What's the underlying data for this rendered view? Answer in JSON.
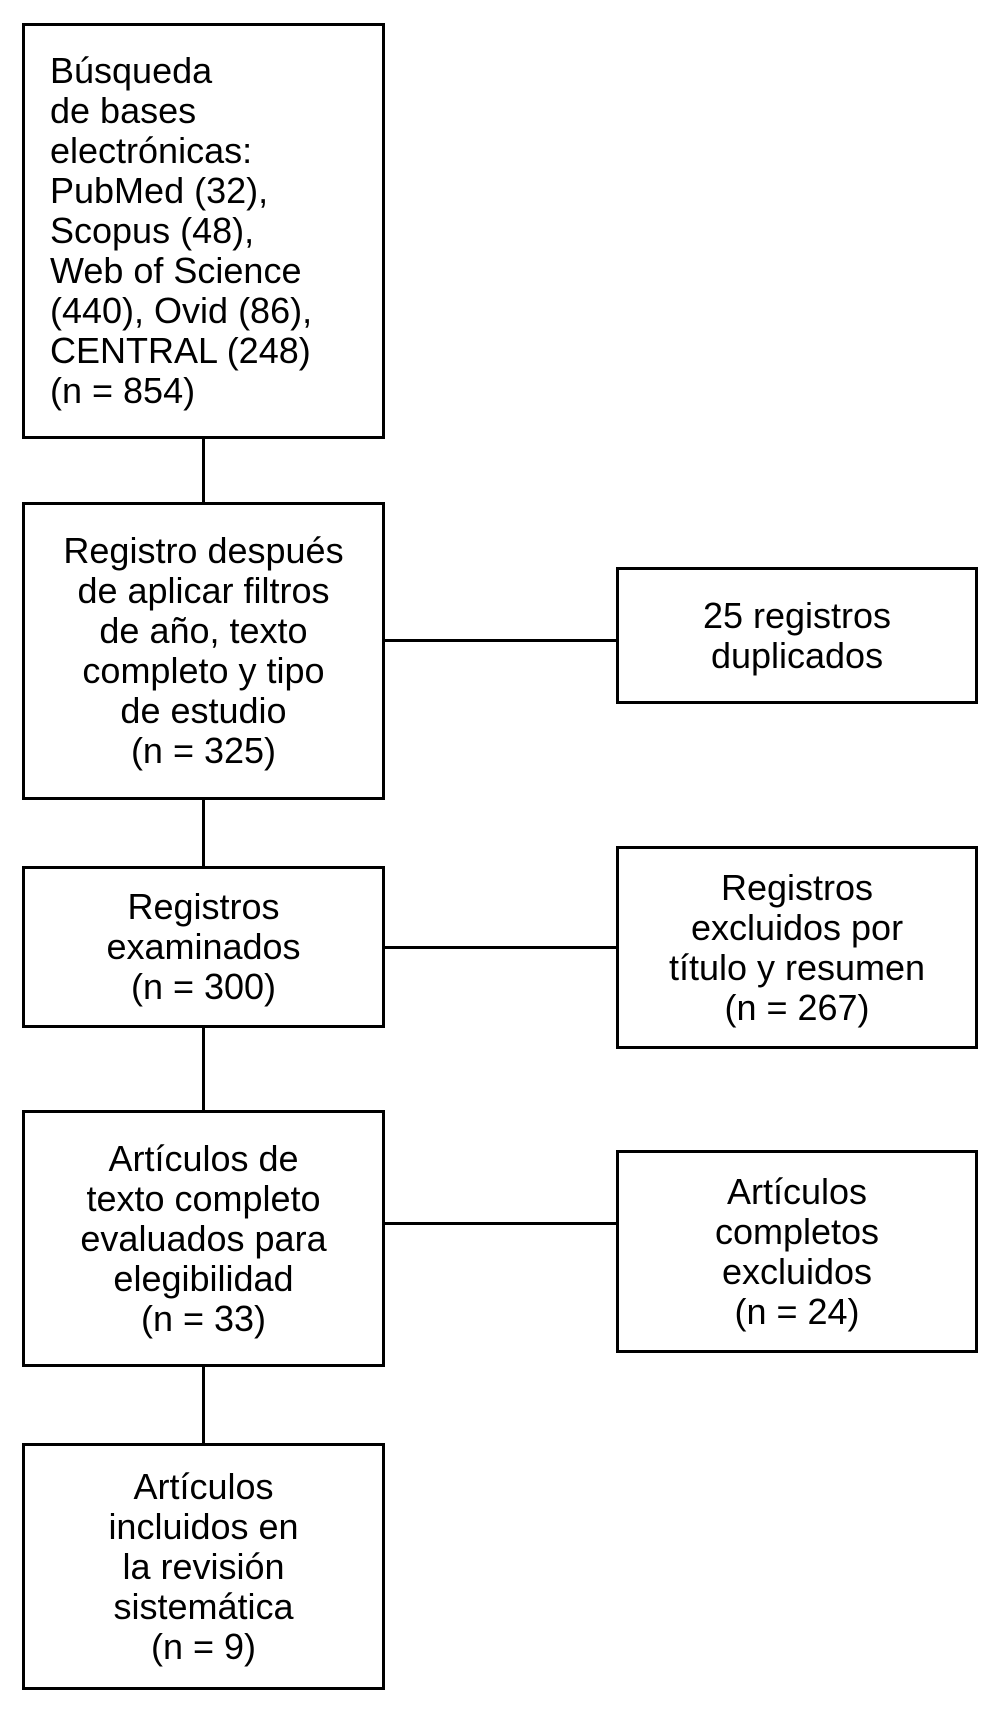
{
  "colors": {
    "background": "#ffffff",
    "border": "#000000",
    "text": "#000000"
  },
  "main_flow": {
    "search": {
      "text": "Búsqueda\nde bases\nelectrónicas:\nPubMed (32),\nScopus (48),\nWeb of Science\n(440), Ovid (86),\nCENTRAL (248)\n(n = 854)",
      "n": 854,
      "sources": [
        {
          "name": "PubMed",
          "count": 32
        },
        {
          "name": "Scopus",
          "count": 48
        },
        {
          "name": "Web of Science",
          "count": 440
        },
        {
          "name": "Ovid",
          "count": 86
        },
        {
          "name": "CENTRAL",
          "count": 248
        }
      ]
    },
    "after_filters": {
      "text": "Registro después\nde aplicar filtros\nde año, texto\ncompleto y tipo\nde estudio\n(n = 325)",
      "n": 325
    },
    "screened": {
      "text": "Registros\nexaminados\n(n = 300)",
      "n": 300
    },
    "fulltext_assessed": {
      "text": "Artículos de\ntexto completo\nevaluados para\nelegibilidad\n(n = 33)",
      "n": 33
    },
    "included": {
      "text": "Artículos\nincluidos en\nla revisión\nsistemática\n(n = 9)",
      "n": 9
    }
  },
  "exclusions": {
    "duplicates": {
      "text": "25 registros\nduplicados",
      "n": 25
    },
    "title_abstract": {
      "text": "Registros\nexcluidos por\ntítulo y resumen\n(n = 267)",
      "n": 267
    },
    "fulltext_excluded": {
      "text": "Artículos\ncompletos\nexcluidos\n(n = 24)",
      "n": 24
    }
  }
}
